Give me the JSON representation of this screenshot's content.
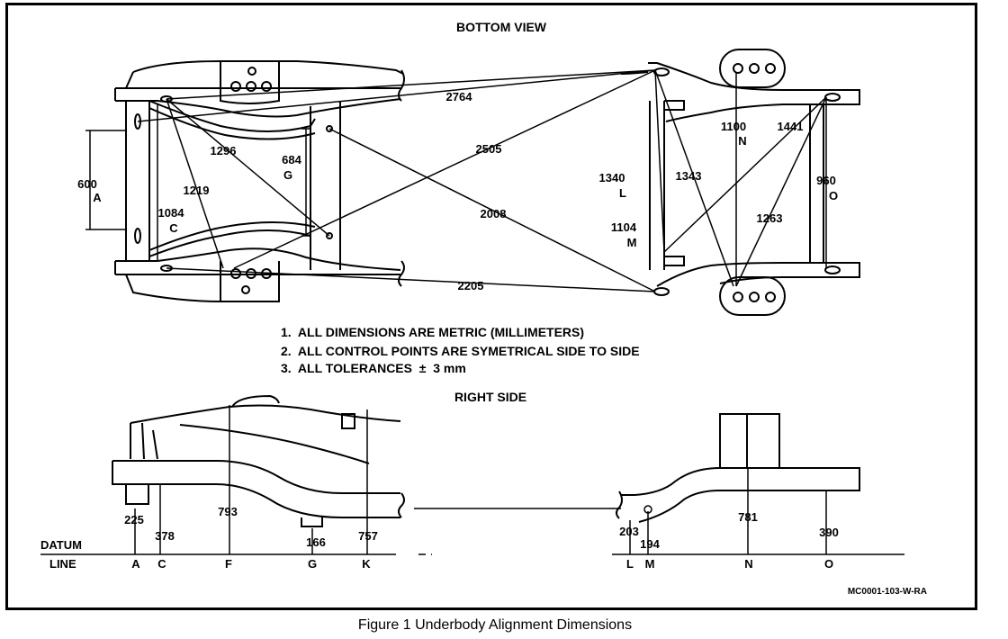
{
  "titles": {
    "bottom_view": "BOTTOM VIEW",
    "right_side": "RIGHT SIDE"
  },
  "notes": [
    "1.  ALL DIMENSIONS ARE METRIC (MILLIMETERS)",
    "2.  ALL CONTROL POINTS ARE SYMETRICAL SIDE TO SIDE",
    "3.  ALL TOLERANCES  ±  3 mm"
  ],
  "bottom_view_dimensions": {
    "d2764": "2764",
    "d1296": "1296",
    "d684": "684",
    "g_label": "G",
    "d2505": "2505",
    "d600": "600",
    "a_label": "A",
    "d1219": "1219",
    "d1084": "1084",
    "c_label": "C",
    "d2008": "2008",
    "d1340": "1340",
    "l_label": "L",
    "d1104": "1104",
    "m_label": "M",
    "d1343": "1343",
    "d1100": "1100",
    "n_label": "N",
    "d1441": "1441",
    "d960": "960",
    "o_label": "O",
    "d1263": "1263",
    "d2205": "2205"
  },
  "right_side": {
    "datum_label_1": "DATUM",
    "datum_label_2": "LINE",
    "heights": {
      "h225": "225",
      "h378": "378",
      "h793": "793",
      "h166": "166",
      "h757": "757",
      "h203": "203",
      "h194": "194",
      "h781": "781",
      "h390": "390"
    },
    "points": {
      "a": "A",
      "c": "C",
      "f": "F",
      "g": "G",
      "k": "K",
      "l": "L",
      "m": "M",
      "n": "N",
      "o": "O"
    }
  },
  "reference_code": "MC0001-103-W-RA",
  "caption": "Figure 1 Underbody Alignment Dimensions"
}
